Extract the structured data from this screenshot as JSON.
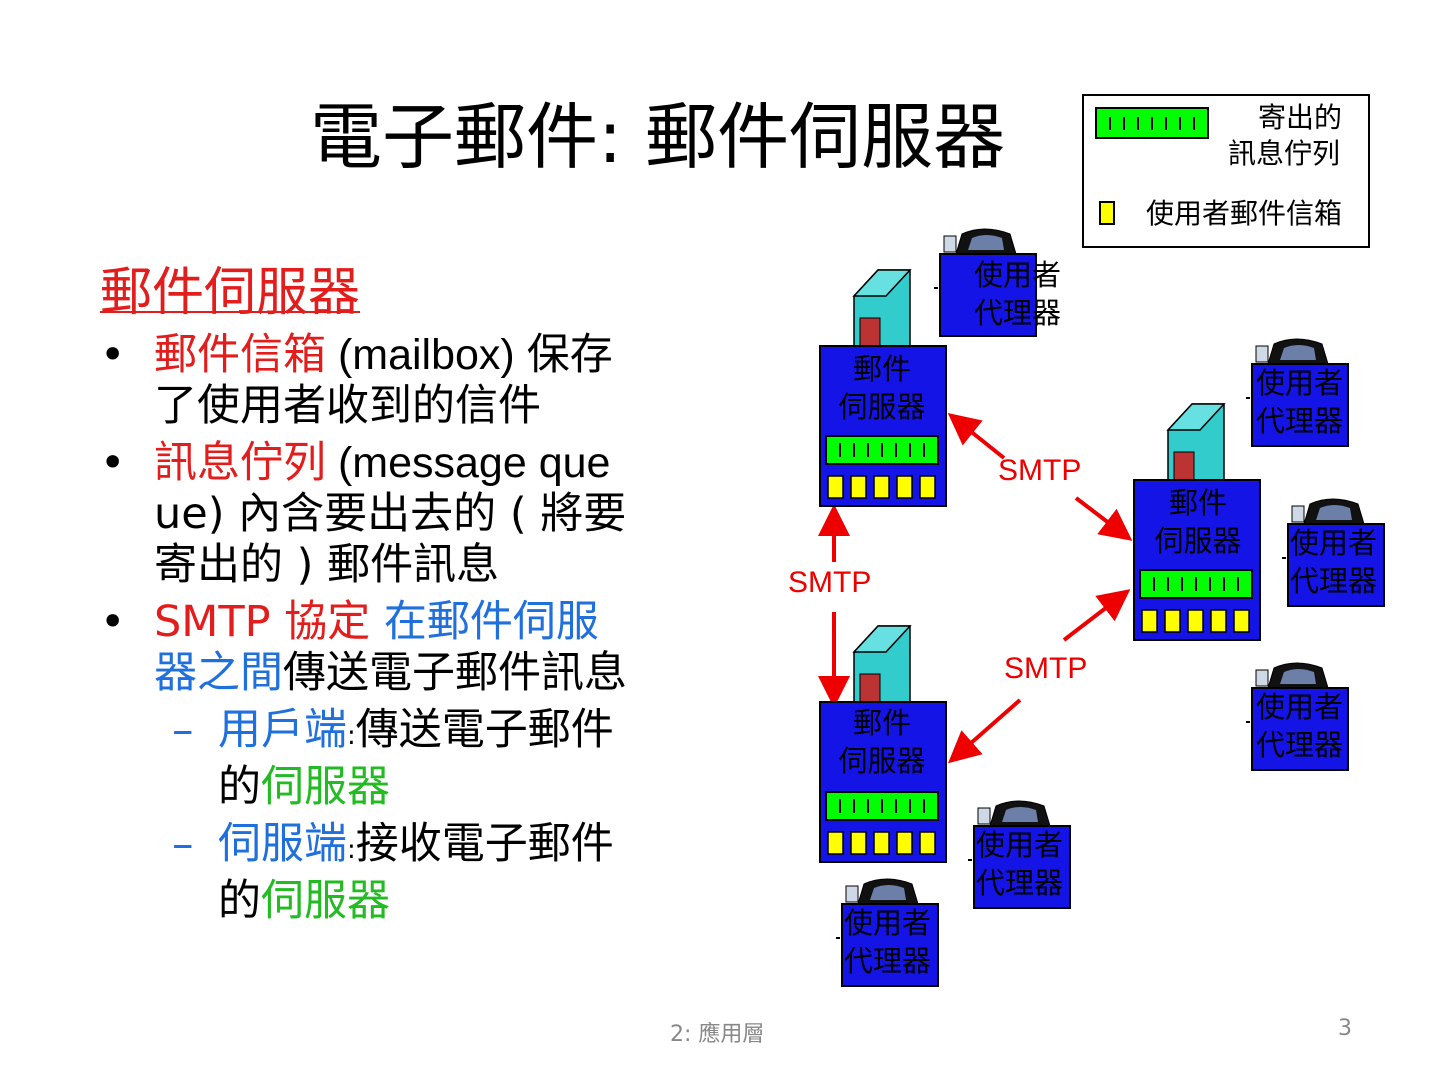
{
  "title": "電子郵件:  郵件伺服器",
  "heading": "郵件伺服器",
  "bullets": {
    "b1": {
      "red": "郵件信箱",
      "rest1": " (mailbox) 保存",
      "rest2": "了使用者收到的信件"
    },
    "b2": {
      "red": "訊息佇列",
      "rest1": " (message que",
      "rest2": "ue) 內含要出去的 ( 將要",
      "rest3": "寄出的 ) 郵件訊息"
    },
    "b3": {
      "red": "SMTP 協定",
      "blue1": " 在郵件伺服",
      "blue2": "器之間",
      "rest": "傳送電子郵件訊息"
    },
    "s1": {
      "blue": "用戶端",
      "colon": ":",
      "rest": "傳送電子郵件",
      "pre": "的",
      "green": "伺服器"
    },
    "s2": {
      "blue": "伺服端",
      "colon": ":",
      "rest": "接收電子郵件",
      "pre": "的",
      "green": "伺服器"
    }
  },
  "legend": {
    "queue_line1": "寄出的",
    "queue_line2": "訊息佇列",
    "mailbox": "使用者郵件信箱"
  },
  "diagram": {
    "server_line1": "郵件",
    "server_line2": "伺服器",
    "agent_line1": "使用者",
    "agent_line2": "代理器",
    "protocol": "SMTP"
  },
  "footer": {
    "chapter": "2: 應用層",
    "page": "3"
  },
  "colors": {
    "red": "#e31c1c",
    "blue_text": "#1f6fdc",
    "green_text": "#22bb22",
    "box_blue": "#1414e6",
    "queue_green": "#00ff00",
    "mailbox_yellow": "#ffff00",
    "tower_teal": "#33cccc",
    "arrow_red": "#ee0000"
  }
}
